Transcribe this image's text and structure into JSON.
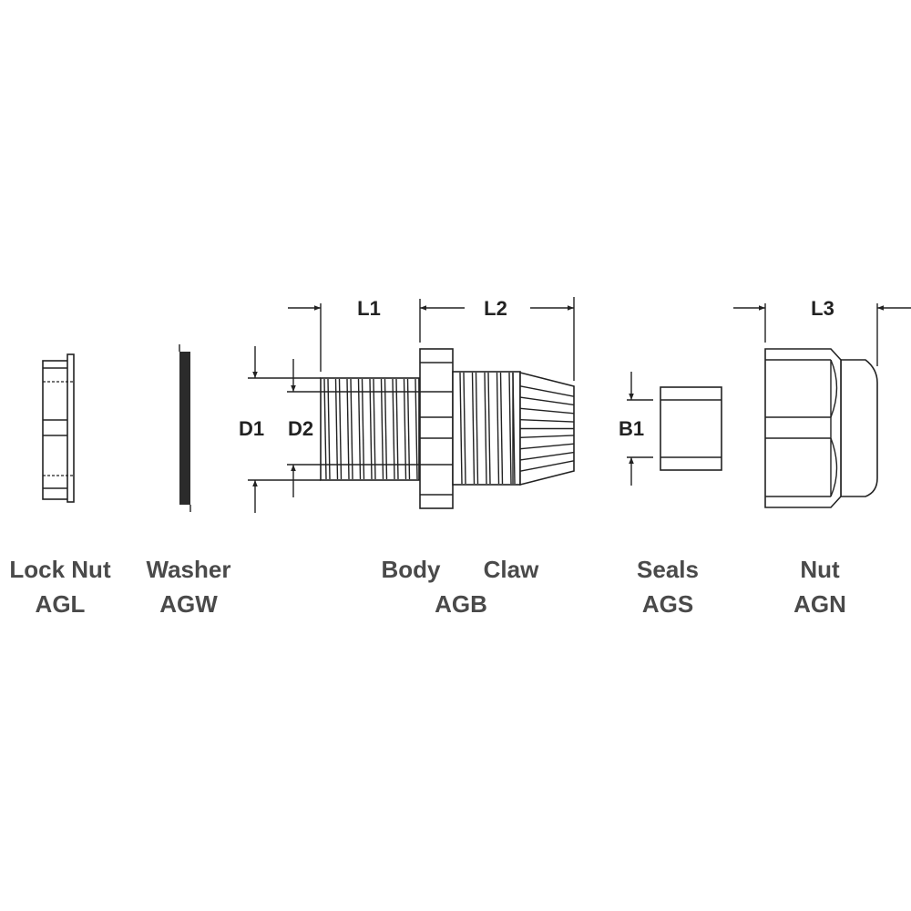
{
  "dimensions": {
    "L1": "L1",
    "L2": "L2",
    "L3": "L3",
    "D1": "D1",
    "D2": "D2",
    "B1": "B1"
  },
  "parts": [
    {
      "name": "Lock Nut",
      "code": "AGL"
    },
    {
      "name": "Washer",
      "code": "AGW"
    },
    {
      "name": "Body",
      "code": ""
    },
    {
      "name": "Claw",
      "code": ""
    },
    {
      "name": "Seals",
      "code": "AGS"
    },
    {
      "name": "Nut",
      "code": "AGN"
    }
  ],
  "body_claw_code": "AGB",
  "colors": {
    "line": "#222222",
    "label": "#4a4a4a"
  }
}
